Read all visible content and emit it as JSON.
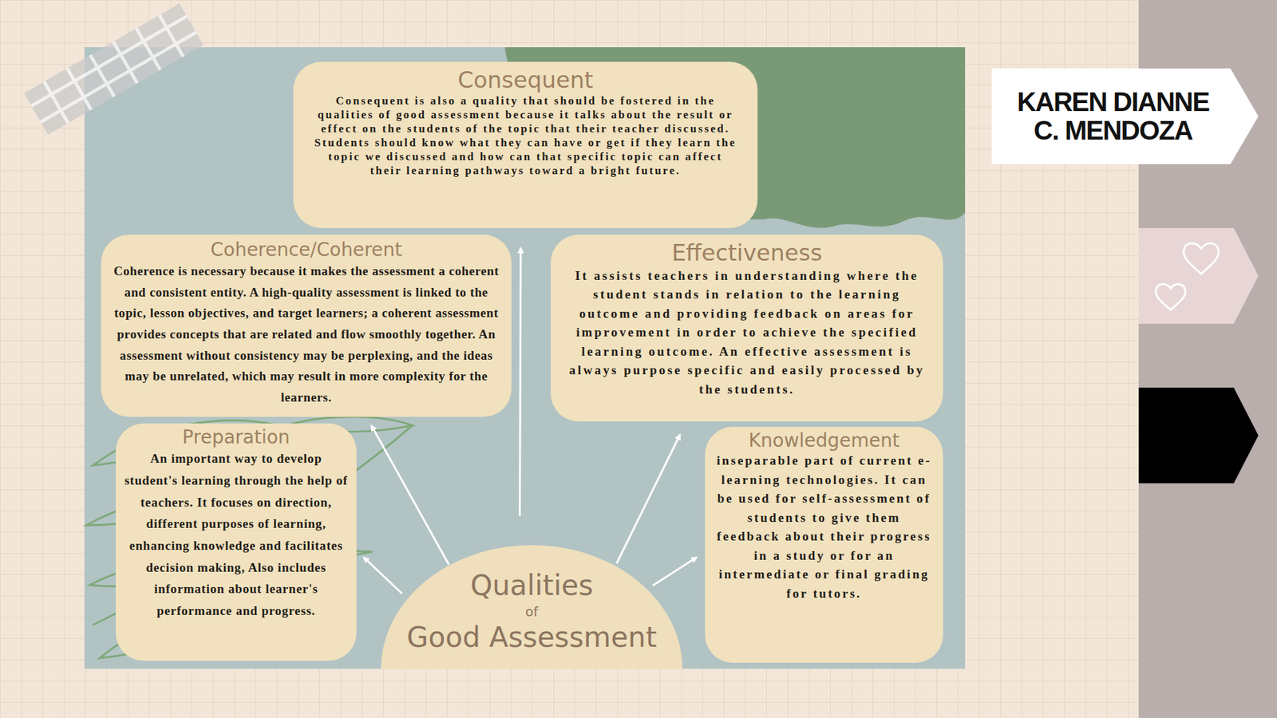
{
  "diagram": {
    "nodes": [
      {
        "text": [
          "Consequent",
          "Consequent is also a quality that should be fostered in the qualities of good assessment because it talks about the result or effect on the students of the topic that their teacher discussed. Students should know what they can have or get if they learn the topic we discussed and how can that specific topic can affect their learning pathways toward a bright future."
        ]
      },
      {
        "text": [
          "Coherence/Coherent",
          "Coherence is necessary because it makes the assessment a coherent and consistent entity. A high-quality assessment is linked to the topic, lesson objectives, and target learners; a coherent assessment provides concepts that are related and flow smoothly together. An assessment without consistency may be perplexing, and the ideas may be unrelated, which may result in more complexity for the learners."
        ]
      },
      {
        "text": [
          "Effectiveness",
          "It assists teachers in understanding where the student stands in relation to the learning outcome and providing feedback on areas for improvement in order to achieve the specified learning outcome. An effective assessment is always purpose specific and easily processed by the students."
        ]
      },
      {
        "text": [
          "Preparation",
          "An important way to develop student's learning through the help of teachers. It focuses on direction, different purposes of learning, enhancing knowledge and facilitates decision making, Also includes information about learner's performance and progress."
        ]
      },
      {
        "text": [
          "Knowledgement",
          "inseparable part of current e-learning technologies. It can be used for self-assessment of students to give them feedback about their progress in a study or for an intermediate or final grading for tutors."
        ]
      },
      {
        "text": [
          "Qualities",
          "of",
          "Good Assessment"
        ]
      },
      {
        "text": [
          "KAREN DIANNE C. MENDOZA"
        ]
      }
    ],
    "edges": [
      {
        "from": 5,
        "to": 0,
        "arrow": "to"
      },
      {
        "from": 5,
        "to": 1,
        "arrow": "to"
      },
      {
        "from": 5,
        "to": 3,
        "arrow": "to"
      },
      {
        "from": 5,
        "to": 2,
        "arrow": "to"
      },
      {
        "from": 5,
        "to": 4,
        "arrow": "to"
      }
    ]
  }
}
